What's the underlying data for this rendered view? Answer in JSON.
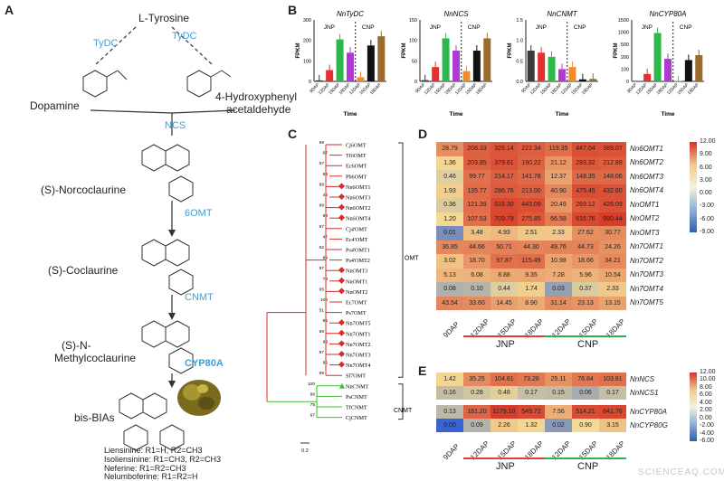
{
  "panels": {
    "A": "A",
    "B": "B",
    "C": "C",
    "D": "D",
    "E": "E"
  },
  "pathway": {
    "start": "L-Tyrosine",
    "enzyme_tydc_left": "TyDC",
    "enzyme_tydc_right": "TyDC",
    "dopamine": "Dopamine",
    "hpaa_1": "4-Hydroxyphenyl",
    "hpaa_2": "acetaldehyde",
    "ncs": "NCS",
    "norcoclaurine": "(S)-Norcoclaurine",
    "omt": "6OMT",
    "coclaurine": "(S)-Coclaurine",
    "cnmt": "CNMT",
    "nmc_1": "(S)-N-",
    "nmc_2": "Methylcoclaurine",
    "cyp": "CYP80A",
    "product": "bis-BIAs",
    "notes": [
      "Liensinine: R1=H, R2=CH3",
      "Isoliensinine: R1=CH3, R2=CH3",
      "Neferine: R1=R2=CH3",
      "Nelumboferine: R1=R2=H"
    ]
  },
  "bar_panels": [
    {
      "title": "NnTyDC",
      "ylabel": "FPKM",
      "ylim": [
        0,
        300
      ],
      "ticks": [
        "300",
        "200",
        "100",
        "0"
      ],
      "jnp": "JNP",
      "cnp": "CNP",
      "xlabel": "Time"
    },
    {
      "title": "NnNCS",
      "ylabel": "FPKM",
      "ylim": [
        0,
        150
      ],
      "ticks": [
        "150",
        "100",
        "50",
        "0"
      ],
      "jnp": "JNP",
      "cnp": "CNP",
      "xlabel": "Time"
    },
    {
      "title": "NnCNMT",
      "ylabel": "FPKM",
      "ylim": [
        0,
        1.5
      ],
      "ticks": [
        "1.5",
        "1.0",
        "0.5",
        "0.0"
      ],
      "jnp": "JNP",
      "cnp": "CNP",
      "xlabel": "Time"
    },
    {
      "title": "NnCYP80A",
      "ylabel": "FPKM",
      "ylim": [
        0,
        1500
      ],
      "ticks": [
        "1500",
        "1000",
        "500",
        "200",
        "100",
        "0"
      ],
      "jnp": "JNP",
      "cnp": "CNP",
      "xlabel": "Time"
    }
  ],
  "chart_data": [
    {
      "type": "bar",
      "title": "NnTyDC",
      "categories": [
        "9DAP",
        "12DAP",
        "15DAP",
        "18DAP",
        "12DAP",
        "15DAP",
        "18DAP"
      ],
      "values": [
        5,
        55,
        205,
        140,
        20,
        175,
        220
      ],
      "ylim": [
        0,
        300
      ]
    },
    {
      "type": "bar",
      "title": "NnNCS",
      "categories": [
        "9DAP",
        "12DAP",
        "15DAP",
        "18DAP",
        "12DAP",
        "15DAP",
        "18DAP"
      ],
      "values": [
        3,
        35,
        105,
        75,
        25,
        75,
        105
      ],
      "ylim": [
        0,
        150
      ]
    },
    {
      "type": "bar",
      "title": "NnCNMT",
      "categories": [
        "9DAP",
        "12DAP",
        "15DAP",
        "18DAP",
        "12DAP",
        "15DAP",
        "18DAP"
      ],
      "values": [
        0.75,
        0.7,
        0.6,
        0.3,
        0.35,
        0.05,
        0.06
      ],
      "ylim": [
        0,
        1.5
      ]
    },
    {
      "type": "bar",
      "title": "NnCYP80A",
      "categories": [
        "9DAP",
        "12DAP",
        "15DAP",
        "18DAP",
        "12DAP",
        "15DAP",
        "18DAP"
      ],
      "values": [
        0,
        180,
        1180,
        550,
        8,
        520,
        640
      ],
      "ylim": [
        0,
        1500
      ]
    }
  ],
  "bar_colors": [
    "#3a3a3a",
    "#e63030",
    "#2db84a",
    "#b03ad6",
    "#f28c28",
    "#111111",
    "#9a6b2e"
  ],
  "bar_xcats": [
    "9DAP",
    "12DAP",
    "15DAP",
    "18DAP",
    "12DAP",
    "15DAP",
    "18DAP"
  ],
  "tree": {
    "leaves": [
      "Cj6OMT",
      "Tf6OMT",
      "Ec6OMT",
      "Pb6OMT",
      "Nn6OMT1",
      "Nn6OMT3",
      "Nn6OMT2",
      "Nn6OMT4",
      "Cj4'OMT",
      "Ec4'OMT",
      "Ps4'OMT1",
      "Ps4'OMT2",
      "NnOMT3",
      "NnOMT1",
      "NnOMT2",
      "Ec7OMT",
      "Ps7OMT",
      "Nn7OMT5",
      "Nn7OMT1",
      "Nn7OMT2",
      "Nn7OMT3",
      "Nn7OMT4",
      "Sl7OMT",
      "NnCNMT",
      "PsCNMT",
      "TfCNMT",
      "CjCNMT"
    ],
    "bootstrap": [
      "98",
      "67",
      "57",
      "63",
      "99",
      "46",
      "99",
      "99",
      "67",
      "47",
      "62",
      "89",
      "97",
      "74",
      "95",
      "100",
      "51",
      "95",
      "59",
      "99",
      "97",
      "95",
      "99",
      "100",
      "96",
      "75",
      "97"
    ],
    "group_omt": "OMT",
    "group_cnmt": "CNMT",
    "scale": "0.2"
  },
  "heatmap_d": {
    "rows": [
      "Nn6OMT1",
      "Nn6OMT2",
      "Nn6OMT3",
      "Nn6OMT4",
      "NnOMT1",
      "NnOMT2",
      "NnOMT3",
      "Nn7OMT1",
      "Nn7OMT2",
      "Nn7OMT3",
      "Nn7OMT4",
      "Nn7OMT5"
    ],
    "cols": [
      "9DAP",
      "12DAP",
      "15DAP",
      "18DAP",
      "12DAP",
      "15DAP",
      "18DAP"
    ],
    "values": [
      [
        "28.79",
        "208.33",
        "326.14",
        "222.34",
        "119.35",
        "447.04",
        "389.07"
      ],
      [
        "1.36",
        "203.85",
        "379.61",
        "190.22",
        "21.12",
        "293.32",
        "212.89"
      ],
      [
        "0.46",
        "99.77",
        "214.17",
        "141.78",
        "12.37",
        "148.35",
        "148.06"
      ],
      [
        "1.93",
        "135.77",
        "286.76",
        "213.00",
        "40.90",
        "475.45",
        "432.80"
      ],
      [
        "0.36",
        "121.39",
        "618.30",
        "443.09",
        "20.49",
        "269.12",
        "426.09"
      ],
      [
        "1.20",
        "107.53",
        "709.79",
        "275.85",
        "66.58",
        "616.76",
        "990.44"
      ],
      [
        "0.01",
        "3.48",
        "4.93",
        "2.51",
        "2.33",
        "27.62",
        "30.77"
      ],
      [
        "36.85",
        "44.66",
        "50.71",
        "44.30",
        "49.76",
        "44.73",
        "24.26"
      ],
      [
        "3.02",
        "18.70",
        "97.87",
        "115.49",
        "10.98",
        "18.66",
        "34.21"
      ],
      [
        "5.13",
        "6.08",
        "8.88",
        "9.35",
        "7.28",
        "5.96",
        "10.54"
      ],
      [
        "0.08",
        "0.10",
        "0.44",
        "1.74",
        "0.03",
        "0.37",
        "2.33"
      ],
      [
        "43.54",
        "33.60",
        "14.45",
        "8.90",
        "31.14",
        "23.13",
        "13.15"
      ]
    ],
    "group_jnp": "JNP",
    "group_cnp": "CNP",
    "scale_ticks": [
      "12.00",
      "9.00",
      "6.00",
      "3.00",
      "0.00",
      "-3.00",
      "-6.00",
      "-9.00"
    ]
  },
  "heatmap_e": {
    "rows": [
      "NnNCS",
      "NnNCS1",
      "NnCYP80A",
      "NnCYP80G"
    ],
    "cols": [
      "9DAP",
      "12DAP",
      "15DAP",
      "18DAP",
      "12DAP",
      "15DAP",
      "18DAP"
    ],
    "values": [
      [
        "1.42",
        "35.25",
        "104.61",
        "73.28",
        "25.11",
        "76.84",
        "103.81"
      ],
      [
        "0.16",
        "0.28",
        "0.48",
        "0.17",
        "0.15",
        "0.06",
        "0.17"
      ],
      [
        "0.13",
        "181.20",
        "1179.10",
        "549.72",
        "7.56",
        "514.21",
        "641.76"
      ],
      [
        "0.00",
        "0.09",
        "2.26",
        "1.32",
        "0.02",
        "0.90",
        "3.15"
      ]
    ],
    "group_jnp": "JNP",
    "group_cnp": "CNP",
    "scale_ticks": [
      "12.00",
      "10.00",
      "8.00",
      "6.00",
      "4.00",
      "2.00",
      "0.00",
      "-2.00",
      "-4.00",
      "-6.00"
    ]
  },
  "watermark": "SCIENCEAQ.COM"
}
